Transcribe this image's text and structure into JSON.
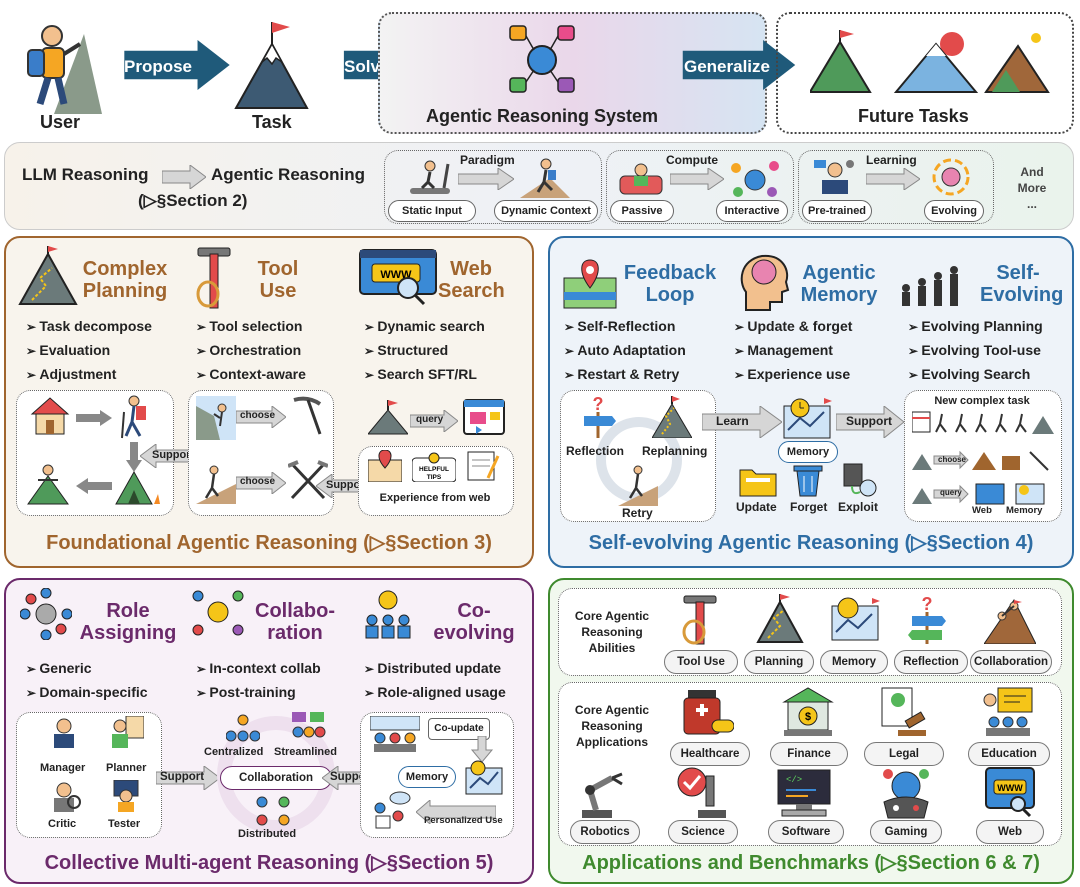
{
  "top": {
    "user": "User",
    "propose": "Propose",
    "task": "Task",
    "solve": "Solve",
    "system": "Agentic Reasoning System",
    "generalize": "Generalize",
    "future": "Future Tasks"
  },
  "paradigm": {
    "llm": "LLM Reasoning",
    "agentic": "Agentic Reasoning",
    "section": "(▷§Section 2)",
    "g1_title": "Paradigm",
    "g1_a": "Static Input",
    "g1_b": "Dynamic Context",
    "g2_title": "Compute",
    "g2_a": "Passive",
    "g2_b": "Interactive",
    "g3_title": "Learning",
    "g3_a": "Pre-trained",
    "g3_b": "Evolving",
    "more": "And More ..."
  },
  "foundational": {
    "c1_title": "Complex Planning",
    "c1_items": [
      "Task decompose",
      "Evaluation",
      "Adjustment"
    ],
    "c2_title": "Tool Use",
    "c2_items": [
      "Tool selection",
      "Orchestration",
      "Context-aware"
    ],
    "c3_title": "Web Search",
    "c3_items": [
      "Dynamic search",
      "Structured",
      "Search SFT/RL"
    ],
    "support": "Support",
    "choose": "choose",
    "query": "query",
    "tips": "HELPFUL TIPS",
    "experience": "Experience from web",
    "footer": "Foundational Agentic Reasoning (▷§Section 3)"
  },
  "selfevolving": {
    "c1_title": "Feedback Loop",
    "c1_items": [
      "Self-Reflection",
      "Auto Adaptation",
      "Restart & Retry"
    ],
    "c2_title": "Agentic Memory",
    "c2_items": [
      "Update & forget",
      "Management",
      "Experience use"
    ],
    "c3_title": "Self-Evolving",
    "c3_items": [
      "Evolving Planning",
      "Evolving Tool-use",
      "Evolving Search"
    ],
    "reflection": "Reflection",
    "replanning": "Replanning",
    "retry": "Retry",
    "learn": "Learn",
    "memory": "Memory",
    "support": "Support",
    "update": "Update",
    "forget": "Forget",
    "exploit": "Exploit",
    "new_task": "New complex task",
    "choose": "choose",
    "query": "query",
    "web": "Web",
    "memory2": "Memory",
    "footer": "Self-evolving Agentic Reasoning (▷§Section 4)"
  },
  "multiagent": {
    "c1_title": "Role Assigning",
    "c1_items": [
      "Generic",
      "Domain-specific"
    ],
    "c2_title": "Collabo-ration",
    "c2_items": [
      "In-context collab",
      "Post-training"
    ],
    "c3_title": "Co-evolving",
    "c3_items": [
      "Distributed update",
      "Role-aligned usage"
    ],
    "manager": "Manager",
    "planner": "Planner",
    "critic": "Critic",
    "tester": "Tester",
    "support": "Support",
    "centralized": "Centralized",
    "streamlined": "Streamlined",
    "collaboration": "Collaboration",
    "distributed": "Distributed",
    "coupdate": "Co-update",
    "memory": "Memory",
    "personalized": "Personalized Use",
    "footer": "Collective Multi-agent Reasoning (▷§Section 5)"
  },
  "applications": {
    "abilities_label": "Core Agentic Reasoning Abilities",
    "abilities": [
      "Tool Use",
      "Planning",
      "Memory",
      "Reflection",
      "Collaboration"
    ],
    "apps_label": "Core Agentic Reasoning Applications",
    "apps_row1": [
      "Healthcare",
      "Finance",
      "Legal",
      "Education"
    ],
    "apps_row2": [
      "Robotics",
      "Science",
      "Software",
      "Gaming",
      "Web"
    ],
    "footer": "Applications and Benchmarks (▷§Section 6 & 7)"
  },
  "colors": {
    "arrow_blue": "#1f5a7a",
    "brown": "#a0652e",
    "blue": "#2e6da4",
    "purple": "#6b2a6b",
    "green": "#3f8a2e"
  }
}
